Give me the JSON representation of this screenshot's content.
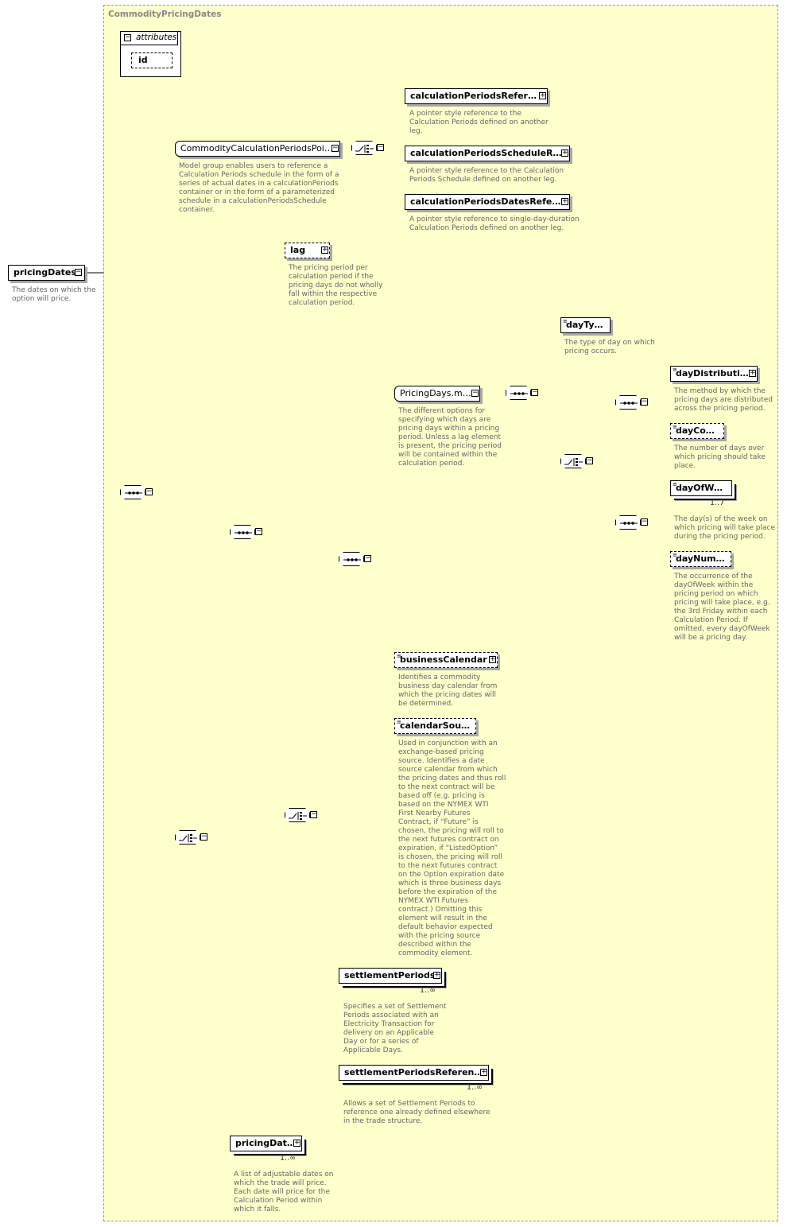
{
  "type_name": "CommodityPricingDates",
  "root": {
    "name": "pricingDates",
    "doc": [
      "The dates on which the",
      "option will price."
    ]
  },
  "attributes": {
    "label": "attributes",
    "items": [
      "id"
    ]
  },
  "elements": {
    "calc_group": {
      "name": "CommodityCalculationPeriodsPointer....",
      "doc": [
        "Model group enables users to reference a",
        "Calculation Periods schedule in the form of a",
        "series of actual dates in a calculationPeriods",
        "container or in the form of a parameterized",
        "schedule in a calculationPeriodsSchedule",
        "container."
      ]
    },
    "cpr": {
      "name": "calculationPeriodsReference",
      "doc": [
        "A pointer style reference to the",
        "Calculation Periods defined on another",
        "leg."
      ]
    },
    "cpsr": {
      "name": "calculationPeriodsScheduleRef...",
      "doc": [
        "A pointer style reference to the Calculation",
        "Periods Schedule defined on another leg."
      ]
    },
    "cpdr": {
      "name": "calculationPeriodsDatesRefere...",
      "doc": [
        "A pointer style reference to single-day-duration",
        "Calculation Periods defined on another leg."
      ]
    },
    "lag": {
      "name": "lag",
      "doc": [
        "The pricing period per",
        "calculation period if the",
        "pricing days do not wholly",
        "fall within the respective",
        "calculation period."
      ]
    },
    "pdm": {
      "name": "PricingDays.model",
      "doc": [
        "The different options for",
        "specifying which days are",
        "pricing days within a pricing",
        "period. Unless a lag element",
        "is present, the pricing period",
        "will be contained within the",
        "calculation period."
      ]
    },
    "dayType": {
      "name": "dayType",
      "doc": [
        "The type of day on which",
        "pricing occurs."
      ]
    },
    "dayDistribution": {
      "name": "dayDistribution",
      "doc": [
        "The method by which the",
        "pricing days are distributed",
        "across the pricing period."
      ]
    },
    "dayCount": {
      "name": "dayCount",
      "doc": [
        "The number of days over",
        "which pricing should take",
        "place."
      ]
    },
    "dayOfWeek": {
      "name": "dayOfWeek",
      "card": "1..7",
      "doc": [
        "The day(s) of the week on",
        "which pricing will take place",
        "during the pricing period."
      ]
    },
    "dayNumber": {
      "name": "dayNumber",
      "doc": [
        "The occurrence of the",
        "dayOfWeek within the",
        "pricing period on which",
        "pricing will take place, e.g.",
        "the 3rd Friday within each",
        "Calculation Period. If",
        "omitted, every dayOfWeek",
        "will be a pricing day."
      ]
    },
    "businessCalendar": {
      "name": "businessCalendar",
      "doc": [
        "Identifies a commodity",
        "business day calendar from",
        "which the pricing dates will",
        "be determined."
      ]
    },
    "calendarSource": {
      "name": "calendarSource",
      "doc": [
        "Used in conjunction with an",
        "exchange-based pricing",
        "source. Identifies a date",
        "source calendar from which",
        "the pricing dates and thus roll",
        "to the next contract will be",
        "based off (e.g. pricing is",
        "based on the NYMEX WTI",
        "First Nearby Futures",
        "Contract, if “Future” is",
        "chosen, the pricing will roll to",
        "the next futures contract on",
        "expiration, if “ListedOption”",
        "is chosen, the pricing will roll",
        "to the next futures contract",
        "on the Option expiration date",
        "which is three business days",
        "before the expiration of the",
        "NYMEX WTI Futures",
        "contract.) Omitting this",
        "element will result in the",
        "default behavior expected",
        "with the pricing source",
        "described within the",
        "commodity element."
      ]
    },
    "settlementPeriods": {
      "name": "settlementPeriods",
      "card": "1..∞",
      "doc": [
        "Specifies a set of Settlement",
        "Periods associated with an",
        "Electricity Transaction for",
        "delivery on an Applicable",
        "Day or for a series of",
        "Applicable Days."
      ]
    },
    "settlementPeriodsReference": {
      "name": "settlementPeriodsReference",
      "card": "1..∞",
      "doc": [
        "Allows a set of Settlement Periods to",
        "reference one already defined elsewhere",
        "in the trade structure."
      ]
    },
    "pricingDatesChild": {
      "name": "pricingDates",
      "card": "1..∞",
      "doc": [
        "A list of adjustable dates on",
        "which the trade will price.",
        "Each date will price for the",
        "Calculation Period within",
        "which it falls."
      ]
    }
  },
  "colors": {
    "type_background": "#ffffcc",
    "connector": "#000000",
    "shadow": "#a8a8a8",
    "doc_text": "#666666"
  }
}
